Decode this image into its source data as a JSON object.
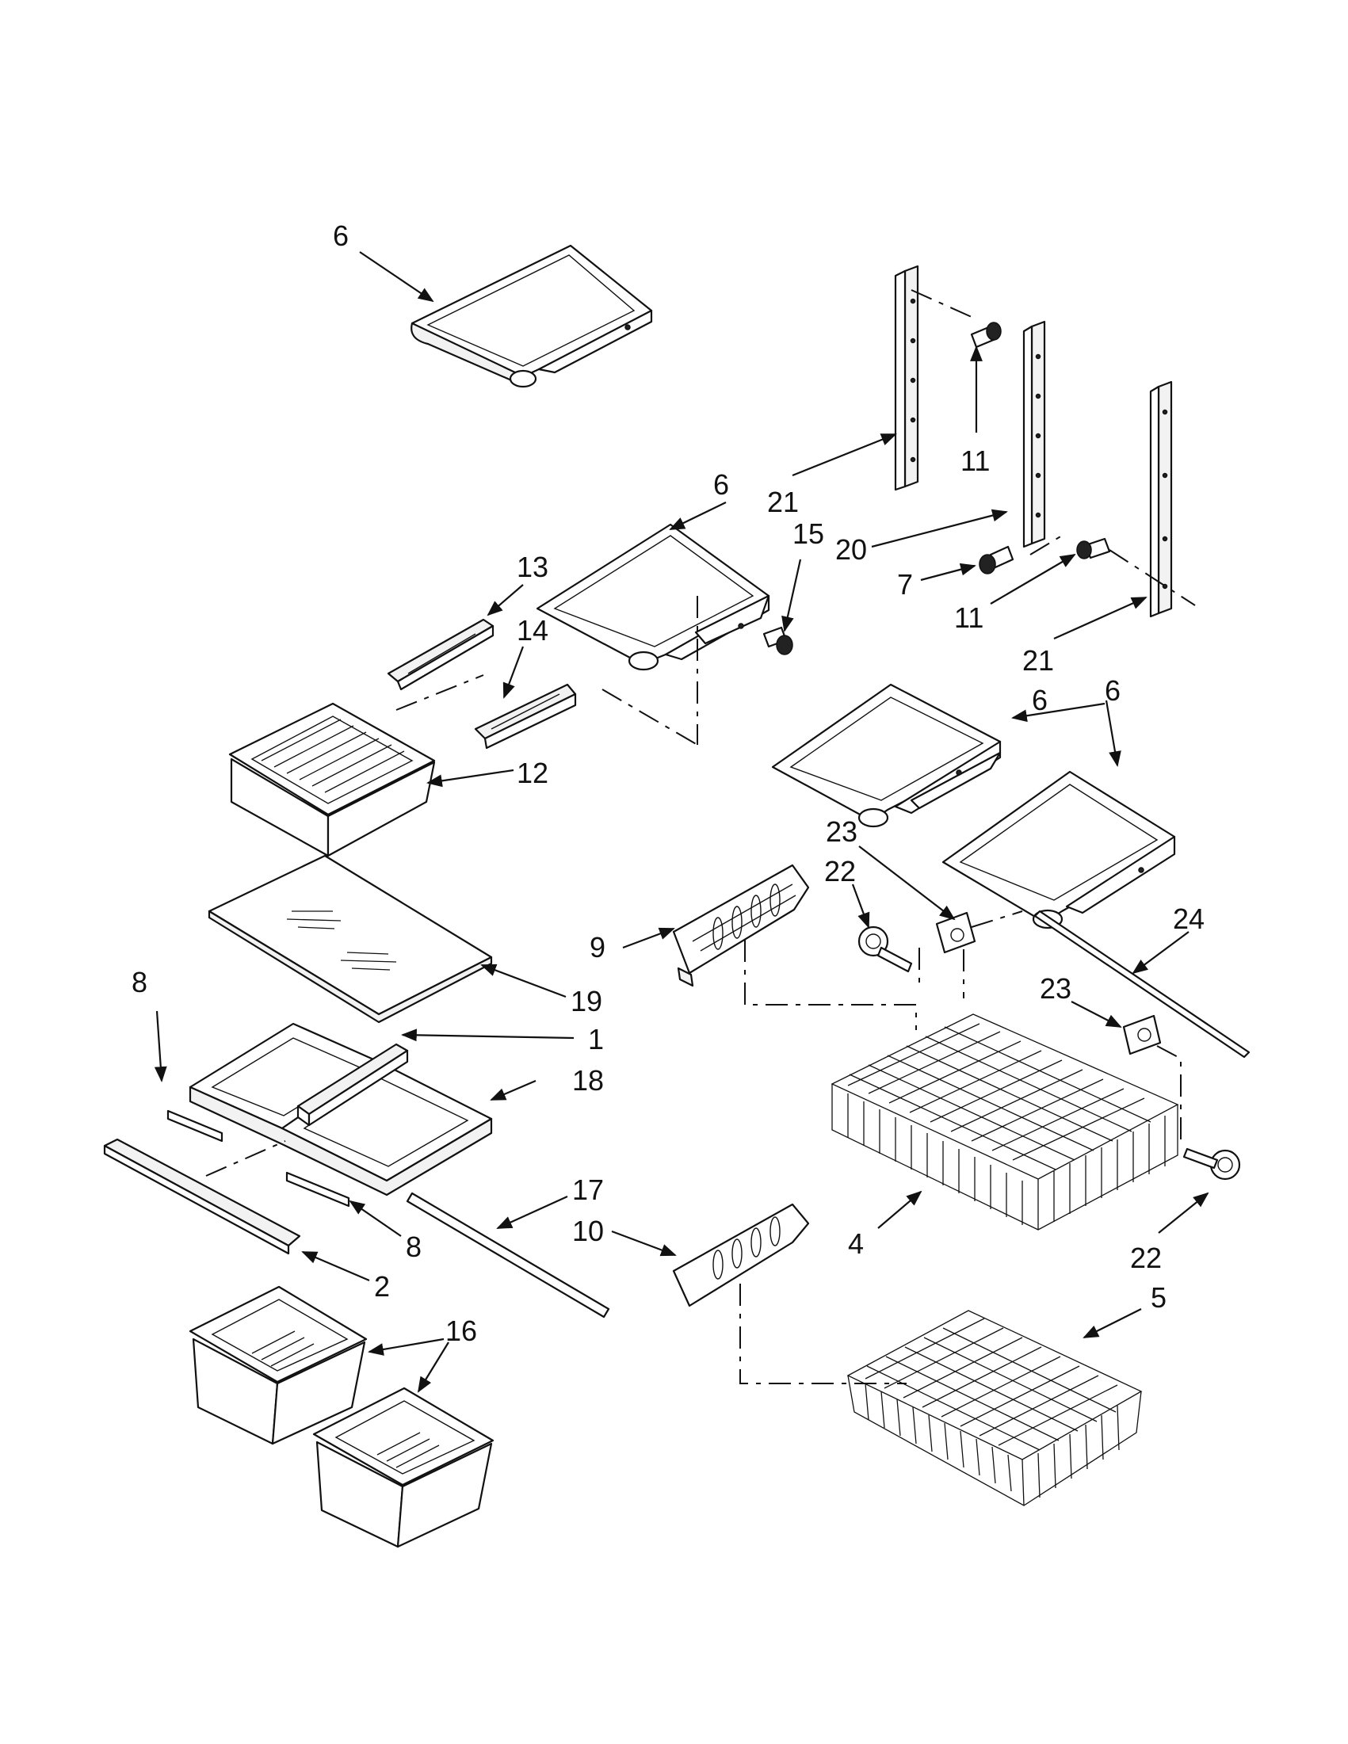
{
  "labels": [
    {
      "id": "a",
      "text": "6"
    },
    {
      "id": "b",
      "text": "6"
    },
    {
      "id": "c",
      "text": "6"
    },
    {
      "id": "d",
      "text": "6"
    },
    {
      "id": "e",
      "text": "11"
    },
    {
      "id": "f",
      "text": "21"
    },
    {
      "id": "g",
      "text": "15"
    },
    {
      "id": "h",
      "text": "20"
    },
    {
      "id": "i",
      "text": "7"
    },
    {
      "id": "j",
      "text": "11"
    },
    {
      "id": "k",
      "text": "21"
    },
    {
      "id": "l",
      "text": "13"
    },
    {
      "id": "m",
      "text": "14"
    },
    {
      "id": "n",
      "text": "12"
    },
    {
      "id": "o",
      "text": "23"
    },
    {
      "id": "p",
      "text": "22"
    },
    {
      "id": "q",
      "text": "24"
    },
    {
      "id": "r",
      "text": "9"
    },
    {
      "id": "s",
      "text": "19"
    },
    {
      "id": "t",
      "text": "8"
    },
    {
      "id": "u",
      "text": "1"
    },
    {
      "id": "v",
      "text": "23"
    },
    {
      "id": "w",
      "text": "18"
    },
    {
      "id": "x",
      "text": "17"
    },
    {
      "id": "y",
      "text": "10"
    },
    {
      "id": "z",
      "text": "8"
    },
    {
      "id": "aa",
      "text": "4"
    },
    {
      "id": "ab",
      "text": "2"
    },
    {
      "id": "ac",
      "text": "22"
    },
    {
      "id": "ad",
      "text": "5"
    },
    {
      "id": "ae",
      "text": "16"
    }
  ]
}
